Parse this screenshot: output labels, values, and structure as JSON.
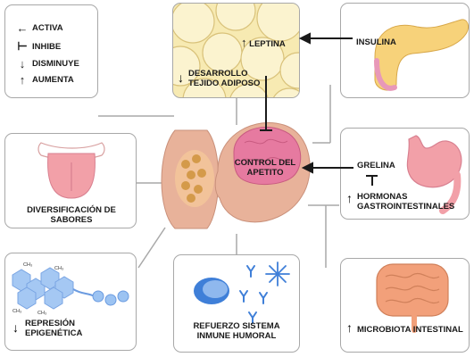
{
  "legend": [
    {
      "symbol": "←",
      "icon": "left-arrow-icon",
      "label": "ACTIVA"
    },
    {
      "symbol": "⊢",
      "icon": "inhibit-bar-icon",
      "label": "INHIBE"
    },
    {
      "symbol": "↓",
      "icon": "down-arrow-icon",
      "label": "DISMINUYE"
    },
    {
      "symbol": "↑",
      "icon": "up-arrow-icon",
      "label": "AUMENTA"
    }
  ],
  "adipose": {
    "leptina": "LEPTINA",
    "desarrollo_line1": "DESARROLLO",
    "desarrollo_line2": "TEJIDO ADIPOSO",
    "up_arrow": "↑",
    "down_arrow": "↓"
  },
  "insulina": {
    "label": "INSULINA"
  },
  "sabores": {
    "line1": "DIVERSIFICACIÓN DE",
    "line2": "SABORES"
  },
  "center": {
    "line1": "CONTROL DEL",
    "line2": "APETITO"
  },
  "stomach": {
    "grelina": "GRELINA",
    "hormonas_line1": "HORMONAS",
    "hormonas_line2": "GASTROINTESTINALES",
    "up_arrow": "↑"
  },
  "epigenetic": {
    "line1": "REPRESIÓN",
    "line2": "EPIGENÉTICA",
    "down_arrow": "↓",
    "ch3": "CH₃"
  },
  "immune": {
    "line1": "REFUERZO SISTEMA",
    "line2": "INMUNE HUMORAL"
  },
  "microbiota": {
    "label": "MICROBIOTA INTESTINAL",
    "up_arrow": "↑"
  },
  "colors": {
    "box_border": "#a8a8a8",
    "connector": "#a8a8a8",
    "arrow": "#1a1a1a",
    "brain": "#e67aa0",
    "skin": "#e8b29a",
    "organ_pink": "#f2a0a8",
    "fat_yellow": "#f7eab2",
    "antibody_blue": "#3f7fd8"
  }
}
